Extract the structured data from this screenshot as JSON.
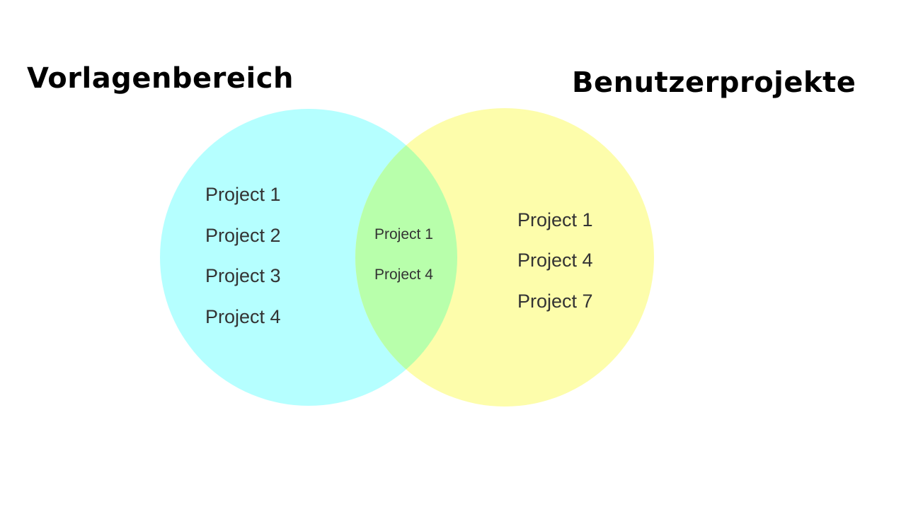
{
  "titles": {
    "left": "Vorlagenbereich",
    "right": "Benutzerprojekte"
  },
  "left_only": [
    "Project 1",
    "Project 2",
    "Project 3",
    "Project 4"
  ],
  "intersection": [
    "Project 1",
    "Project 4"
  ],
  "right_only": [
    "Project 1",
    "Project 4",
    "Project 7"
  ],
  "colors": {
    "left": "#b5ffff",
    "right": "#fdfdab",
    "overlap": "#b8ffab"
  }
}
